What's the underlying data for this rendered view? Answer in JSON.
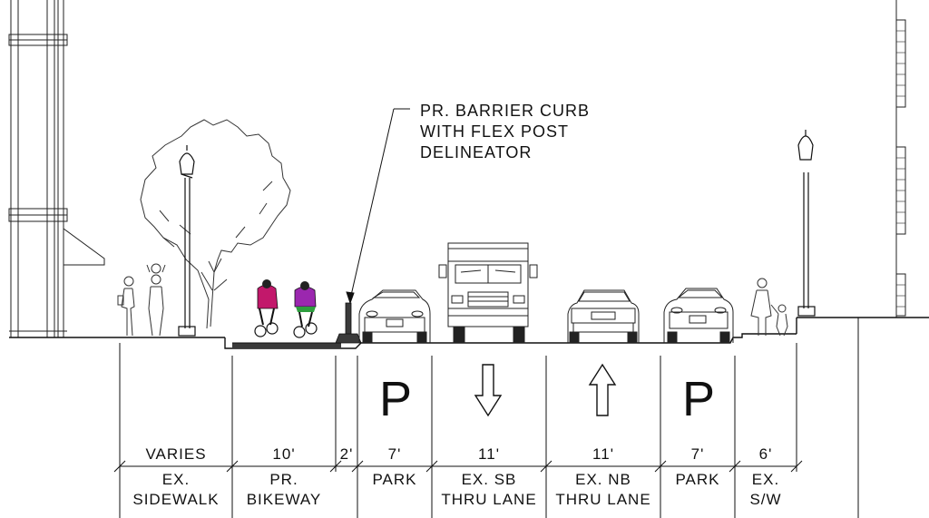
{
  "callout": {
    "line1": "PR. BARRIER CURB",
    "line2": "WITH FLEX POST",
    "line3": "DELINEATOR"
  },
  "markings": {
    "parking_symbol": "P",
    "sb_arrow": "arrow-down",
    "nb_arrow": "arrow-up"
  },
  "colors": {
    "cyclist_1": "#c2186b",
    "cyclist_2": "#9b27af",
    "bikeway_fill": "#3a3a3a",
    "line": "#111111"
  },
  "segments": [
    {
      "width": "VARIES",
      "type": "EX.",
      "name": "SIDEWALK"
    },
    {
      "width": "10'",
      "type": "PR.",
      "name": "BIKEWAY"
    },
    {
      "width": "2'",
      "type": "",
      "name": ""
    },
    {
      "width": "7'",
      "type": "PARK",
      "name": ""
    },
    {
      "width": "11'",
      "type": "EX. SB",
      "name": "THRU LANE"
    },
    {
      "width": "11'",
      "type": "EX. NB",
      "name": "THRU LANE"
    },
    {
      "width": "7'",
      "type": "PARK",
      "name": ""
    },
    {
      "width": "6'",
      "type": "EX.",
      "name": "S/W"
    }
  ]
}
